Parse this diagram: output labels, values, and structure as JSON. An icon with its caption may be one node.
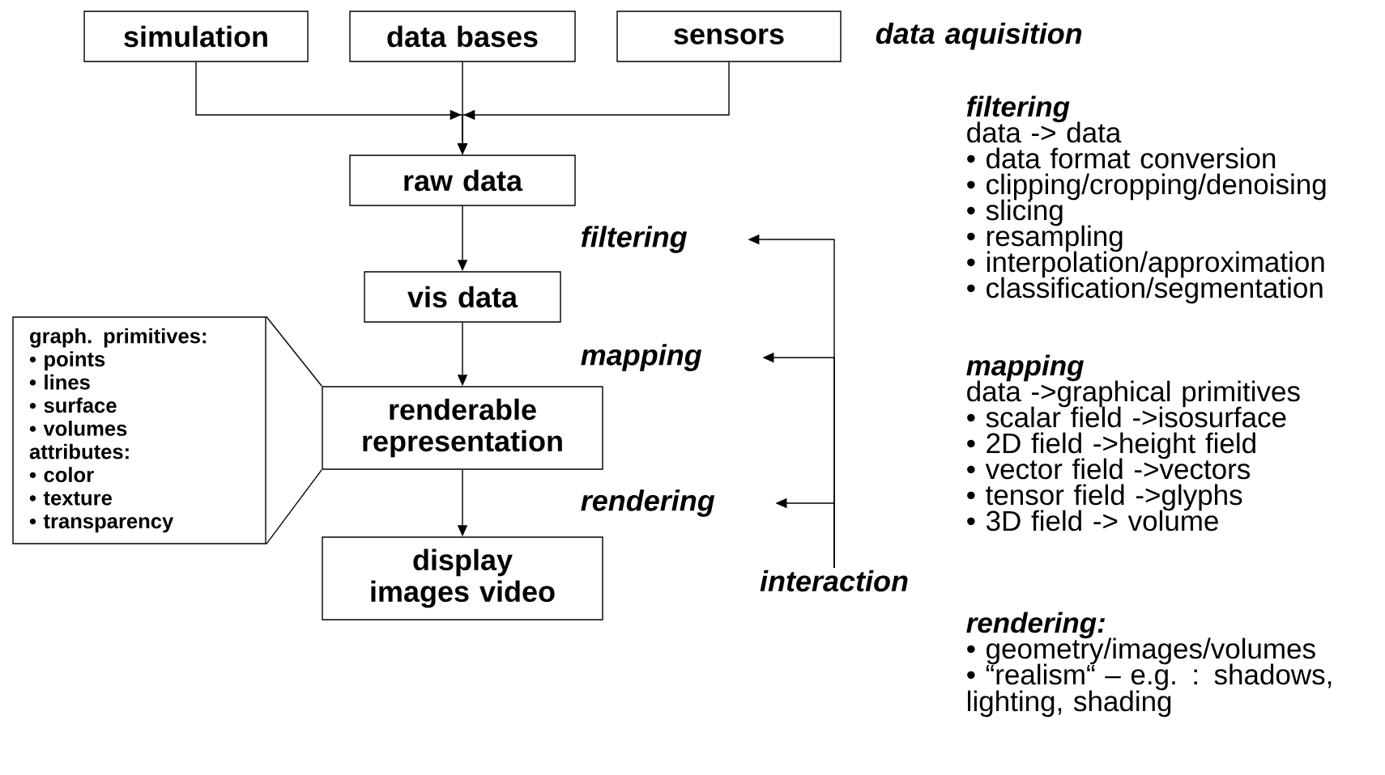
{
  "diagram": {
    "nodes": [
      {
        "text": [
          "simulation"
        ]
      },
      {
        "text": [
          "data bases"
        ]
      },
      {
        "text": [
          "sensors"
        ]
      },
      {
        "text": [
          "raw data"
        ]
      },
      {
        "text": [
          "vis data"
        ]
      },
      {
        "text": [
          "graph. primitives:",
          "• points",
          "• lines",
          "• surface",
          "• volumes",
          "attributes:",
          "• color",
          "• texture",
          "• transparency"
        ]
      },
      {
        "text": [
          "renderable representation"
        ]
      },
      {
        "text": [
          "display images video"
        ]
      },
      {
        "text": [
          "filtering"
        ]
      },
      {
        "text": [
          "mapping"
        ]
      },
      {
        "text": [
          "rendering"
        ]
      },
      {
        "text": [
          "interaction"
        ]
      }
    ],
    "edges": [
      {
        "from": 0,
        "to": 3,
        "arrow": "to"
      },
      {
        "from": 1,
        "to": 3,
        "arrow": "to"
      },
      {
        "from": 2,
        "to": 3,
        "arrow": "to"
      },
      {
        "from": 3,
        "to": 4,
        "arrow": "to"
      },
      {
        "from": 4,
        "to": 6,
        "arrow": "to"
      },
      {
        "from": 6,
        "to": 7,
        "arrow": "to"
      },
      {
        "from": 5,
        "to": 6,
        "arrow": "none"
      },
      {
        "from": 5,
        "to": 6,
        "arrow": "none"
      },
      {
        "from": 11,
        "to": 8,
        "arrow": "to"
      },
      {
        "from": 11,
        "to": 9,
        "arrow": "to"
      },
      {
        "from": 11,
        "to": 10,
        "arrow": "to"
      }
    ],
    "labels": [
      "data aquisition",
      "filtering",
      "data -> data",
      "• data format conversion",
      "• clipping/cropping/denoising",
      "• slicing",
      "• resampling",
      "• interpolation/approximation",
      "• classification/segmentation",
      "mapping",
      "data ->graphical primitives",
      "• scalar field ->isosurface",
      "• 2D field ->height field",
      "• vector field ->vectors",
      "• tensor field ->glyphs",
      "• 3D field -> volume",
      "rendering:",
      "• geometry/images/volumes",
      "• “realism“ – e.g. : shadows, lighting, shading"
    ]
  }
}
